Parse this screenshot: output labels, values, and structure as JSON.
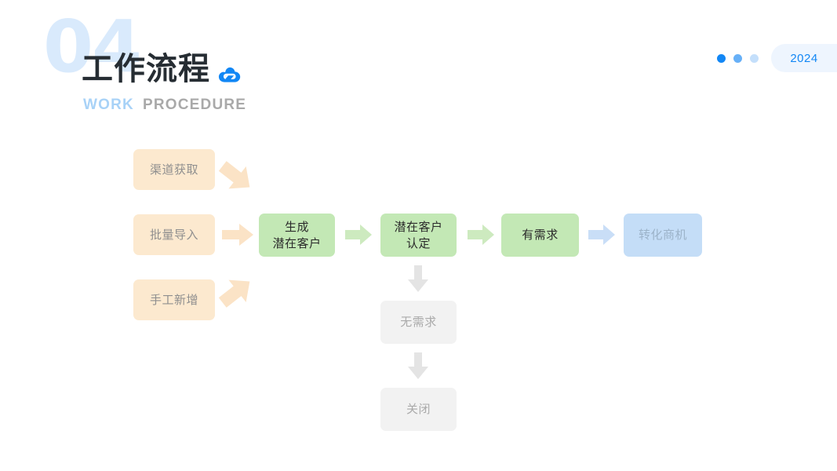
{
  "header": {
    "watermark_number": "04",
    "title_zh": "工作流程",
    "subtitle_primary": "WORK",
    "subtitle_secondary": "PROCEDURE",
    "logo_icon": "cloud-swirl-logo-icon"
  },
  "topright": {
    "dots": [
      "dot-active",
      "dot-mid",
      "dot-light"
    ],
    "year": "2024"
  },
  "flow": {
    "sources": [
      {
        "label": "渠道获取",
        "style": "orange"
      },
      {
        "label": "批量导入",
        "style": "orange"
      },
      {
        "label": "手工新增",
        "style": "orange"
      }
    ],
    "main": [
      {
        "line1": "生成",
        "line2": "潜在客户",
        "style": "green"
      },
      {
        "line1": "潜在客户",
        "line2": "认定",
        "style": "green"
      },
      {
        "line1": "有需求",
        "line2": "",
        "style": "green"
      },
      {
        "line1": "转化商机",
        "line2": "",
        "style": "blue"
      }
    ],
    "branch": [
      {
        "label": "无需求",
        "style": "gray"
      },
      {
        "label": "关闭",
        "style": "gray"
      }
    ],
    "arrows": [
      {
        "name": "arrow-source-1-down-right",
        "color": "#fbe3c6"
      },
      {
        "name": "arrow-source-2-right",
        "color": "#fbe3c6"
      },
      {
        "name": "arrow-source-3-up-right",
        "color": "#fbe3c6"
      },
      {
        "name": "arrow-generate-to-qualify",
        "color": "#cdeabf"
      },
      {
        "name": "arrow-qualify-to-demand",
        "color": "#cdeabf"
      },
      {
        "name": "arrow-demand-to-opportunity",
        "color": "#c9def7"
      },
      {
        "name": "arrow-qualify-to-nodemand",
        "color": "#e4e4e4"
      },
      {
        "name": "arrow-nodemand-to-close",
        "color": "#e4e4e4"
      }
    ]
  },
  "colors": {
    "accent_blue": "#1287f5",
    "orange_fill": "#fce9cf",
    "green_fill": "#c3e8b5",
    "blue_fill": "#c4ddf7",
    "gray_fill": "#f2f2f2",
    "watermark": "#d9eafc"
  }
}
